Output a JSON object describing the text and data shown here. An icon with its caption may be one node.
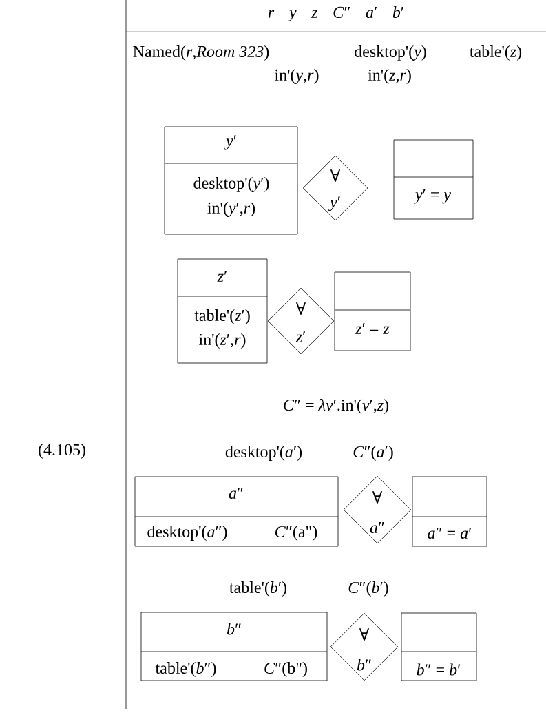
{
  "diagram": {
    "nodes": [
      {
        "text": [
          "*r* *y* *z* *C*″ *a*′ *b*′",
          "Named(*r*,*Room 323*)",
          "desktop'(*y*)",
          "table'(*z*)",
          "in'(*y*,*r*)",
          "in'(*z*,*r*)",
          "*C*″ = *λv*′.in'(*v*′,*z*)",
          "desktop'(*a*′)",
          "*C*″(*a*′)",
          "table'(*b*′)",
          "*C*″(*b*′)"
        ]
      },
      {
        "text": [
          "*y*′",
          "desktop'(*y*′)",
          "in'(*y*′,*r*)"
        ],
        "in": 0
      },
      {
        "text": [
          "∀",
          "*y*′"
        ],
        "in": 0
      },
      {
        "text": [
          "*y*′ = *y*"
        ],
        "in": 0
      },
      {
        "text": [
          "*z*′",
          "table'(*z*′)",
          "in'(*z*′,*r*)"
        ],
        "in": 0
      },
      {
        "text": [
          "∀",
          "*z*′"
        ],
        "in": 0
      },
      {
        "text": [
          "*z*′ = *z*"
        ],
        "in": 0
      },
      {
        "text": [
          "*a*″",
          "desktop'(*a*″)",
          "*C*″(a\")"
        ],
        "in": 0
      },
      {
        "text": [
          "∀",
          "*a*″"
        ],
        "in": 0
      },
      {
        "text": [
          "*a*″ = *a*′"
        ],
        "in": 0
      },
      {
        "text": [
          "*b*″",
          "table'(*b*″)",
          "*C*″(b\")"
        ],
        "in": 0
      },
      {
        "text": [
          "∀",
          "*b*″"
        ],
        "in": 0
      },
      {
        "text": [
          "*b*″ = *b*′"
        ],
        "in": 0
      }
    ],
    "labels": [
      "(4.105)"
    ]
  }
}
